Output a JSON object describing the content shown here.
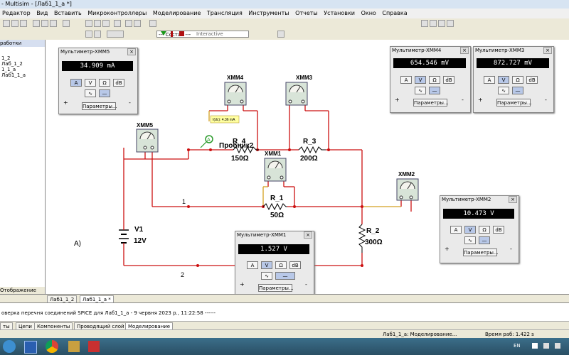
{
  "window": {
    "title": "- Multisim - [Лаб1_1_a *]"
  },
  "menu": {
    "items": [
      "Редактор",
      "Вид",
      "Вставить",
      "Микроконтроллеры",
      "Моделирование",
      "Трансляция",
      "Инструменты",
      "Отчеты",
      "Установки",
      "Окно",
      "Справка"
    ]
  },
  "toolbar": {
    "usage_dropdown": "--- Состав ---",
    "interactive_label": "Interactive"
  },
  "left_panel": {
    "header": "работки",
    "items": [
      "1_2",
      "Лаб_1_2",
      "1_1_a",
      "Лаб1_1_a"
    ],
    "footer_tab": "Отображение"
  },
  "circuit": {
    "label_a": "А)",
    "node1": "1",
    "node2": "2",
    "v1_name": "V1",
    "v1_value": "12V",
    "r1_name": "R_1",
    "r1_value": "50Ω",
    "r2_name": "R_2",
    "r2_value": "300Ω",
    "r3_name": "R_3",
    "r3_value": "200Ω",
    "r4_name": "R_4",
    "r4_value": "150Ω",
    "probe_name": "Пробник2",
    "probe_reading": "I(dc): 4.36 mA",
    "xmm1": "XMM1",
    "xmm2": "XMM2",
    "xmm3": "XMM3",
    "xmm4": "XMM4",
    "xmm5": "XMM5"
  },
  "meters": [
    {
      "title": "Мультиметр-XMM5",
      "reading": "34.909 mA",
      "mode": "A"
    },
    {
      "title": "Мультиметр-XMM4",
      "reading": "654.546 mV",
      "mode": "V"
    },
    {
      "title": "Мультиметр-XMM3",
      "reading": "872.727 mV",
      "mode": "V"
    },
    {
      "title": "Мультиметр-XMM2",
      "reading": "10.473 V",
      "mode": "V"
    },
    {
      "title": "Мультиметр-XMM1",
      "reading": "1.527 V",
      "mode": "V"
    }
  ],
  "meter_common": {
    "btn_a": "A",
    "btn_v": "V",
    "btn_ohm": "Ω",
    "btn_db": "dB",
    "settings": "Параметры...",
    "plus": "+",
    "minus": "-"
  },
  "doc_tabs": [
    "Лаб1_1_2",
    "Лаб1_1_a *"
  ],
  "log": {
    "line": "оверка перечня соединений SPICE для Лаб1_1_a - 9 червня 2023 р., 11:22:58 ------"
  },
  "bottom_tabs": [
    "ты",
    "Цепи",
    "Компоненты",
    "Проводящий слой",
    "Моделирование"
  ],
  "status": {
    "doc": "Лаб1_1_a: Моделирование...",
    "time": "Время раб: 1.422 s"
  },
  "taskbar": {
    "lang": "EN"
  }
}
